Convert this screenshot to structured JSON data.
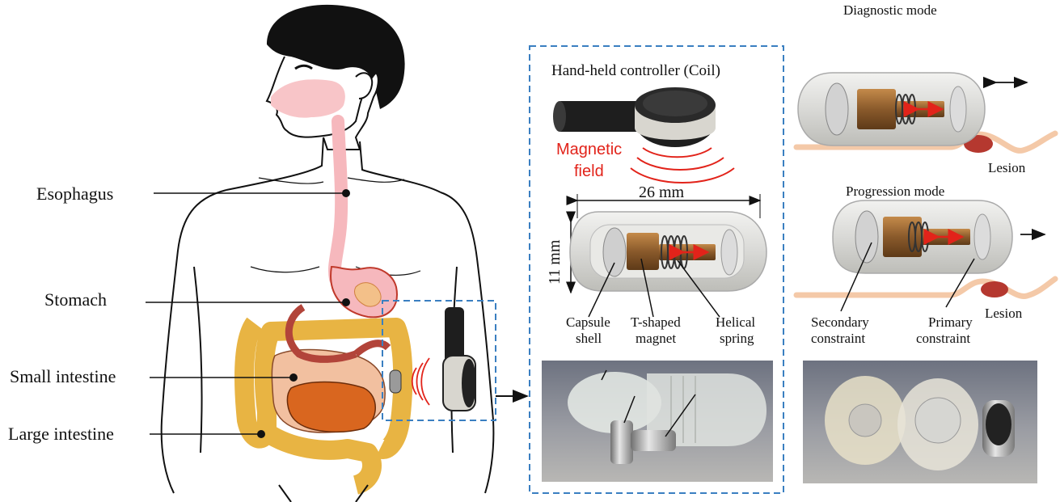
{
  "body_labels": {
    "esophagus": "Esophagus",
    "stomach": "Stomach",
    "small_intestine": "Small intestine",
    "large_intestine": "Large intestine"
  },
  "controller": {
    "title": "Hand-held controller (Coil)",
    "field_line1": "Magnetic",
    "field_line2": "field"
  },
  "capsule": {
    "length": "26 mm",
    "diameter": "11 mm",
    "shell_line1": "Capsule",
    "shell_line2": "shell",
    "magnet_line1": "T-shaped",
    "magnet_line2": "magnet",
    "spring_line1": "Helical",
    "spring_line2": "spring"
  },
  "modes": {
    "diagnostic": "Diagnostic mode",
    "progression": "Progression mode",
    "lesion": "Lesion",
    "secondary_line1": "Secondary",
    "secondary_line2": "constraint",
    "primary_line1": "Primary",
    "primary_line2": "constraint"
  },
  "colors": {
    "accent_dashed": "#3a7fc1",
    "field_red": "#e2231a",
    "magnet_bronze": "#8a5a2b",
    "tissue": "#f4c9a8",
    "lesion": "#b5382f"
  }
}
